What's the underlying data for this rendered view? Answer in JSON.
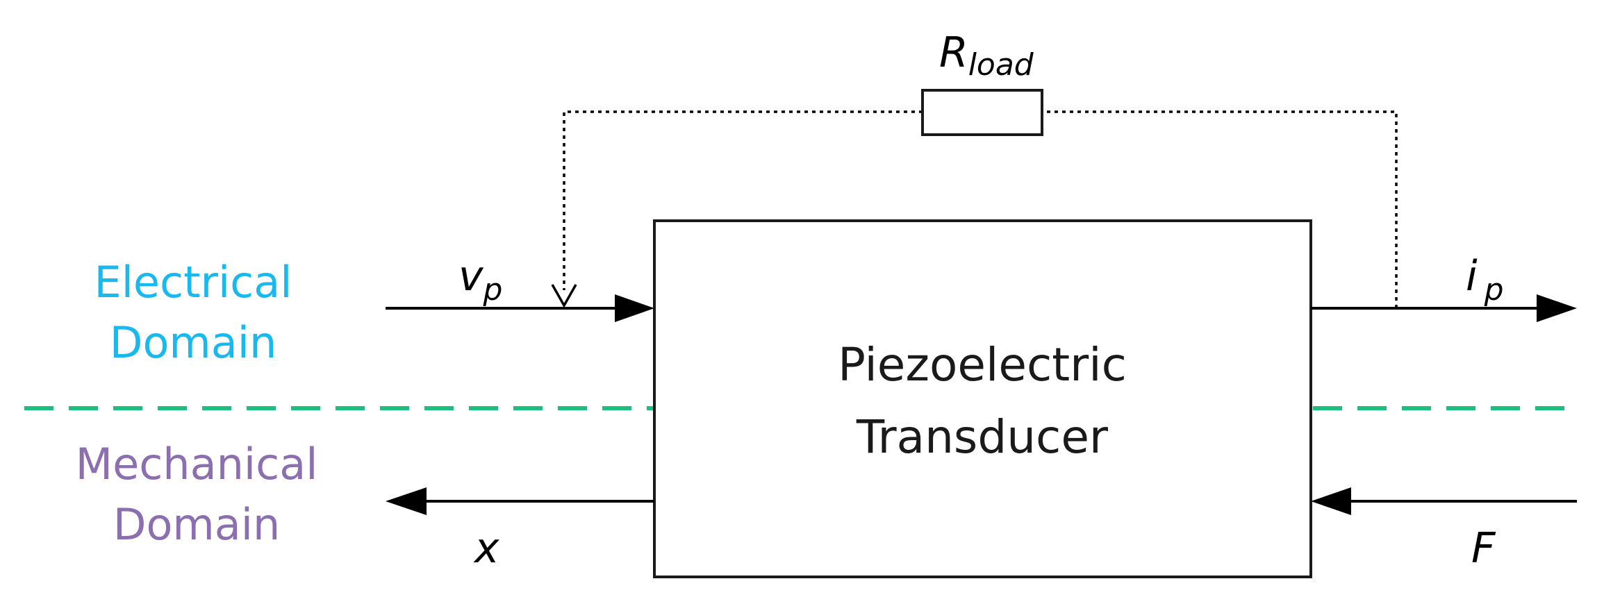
{
  "domains": {
    "electrical": {
      "line1": "Electrical",
      "line2": "Domain",
      "color": "#19B8EE"
    },
    "mechanical": {
      "line1": "Mechanical",
      "line2": "Domain",
      "color": "#8B6FAE"
    }
  },
  "transducer": {
    "line1": "Piezoelectric",
    "line2": "Transducer"
  },
  "signals": {
    "voltage": {
      "symbol": "v",
      "subscript": "p"
    },
    "current": {
      "symbol": "i",
      "subscript": "p"
    },
    "displacement": {
      "symbol": "x"
    },
    "force": {
      "symbol": "F"
    }
  },
  "load": {
    "symbol": "R",
    "subscript": "load"
  },
  "colors": {
    "boundary_dash": "#1DBF7E",
    "line": "#000000"
  }
}
